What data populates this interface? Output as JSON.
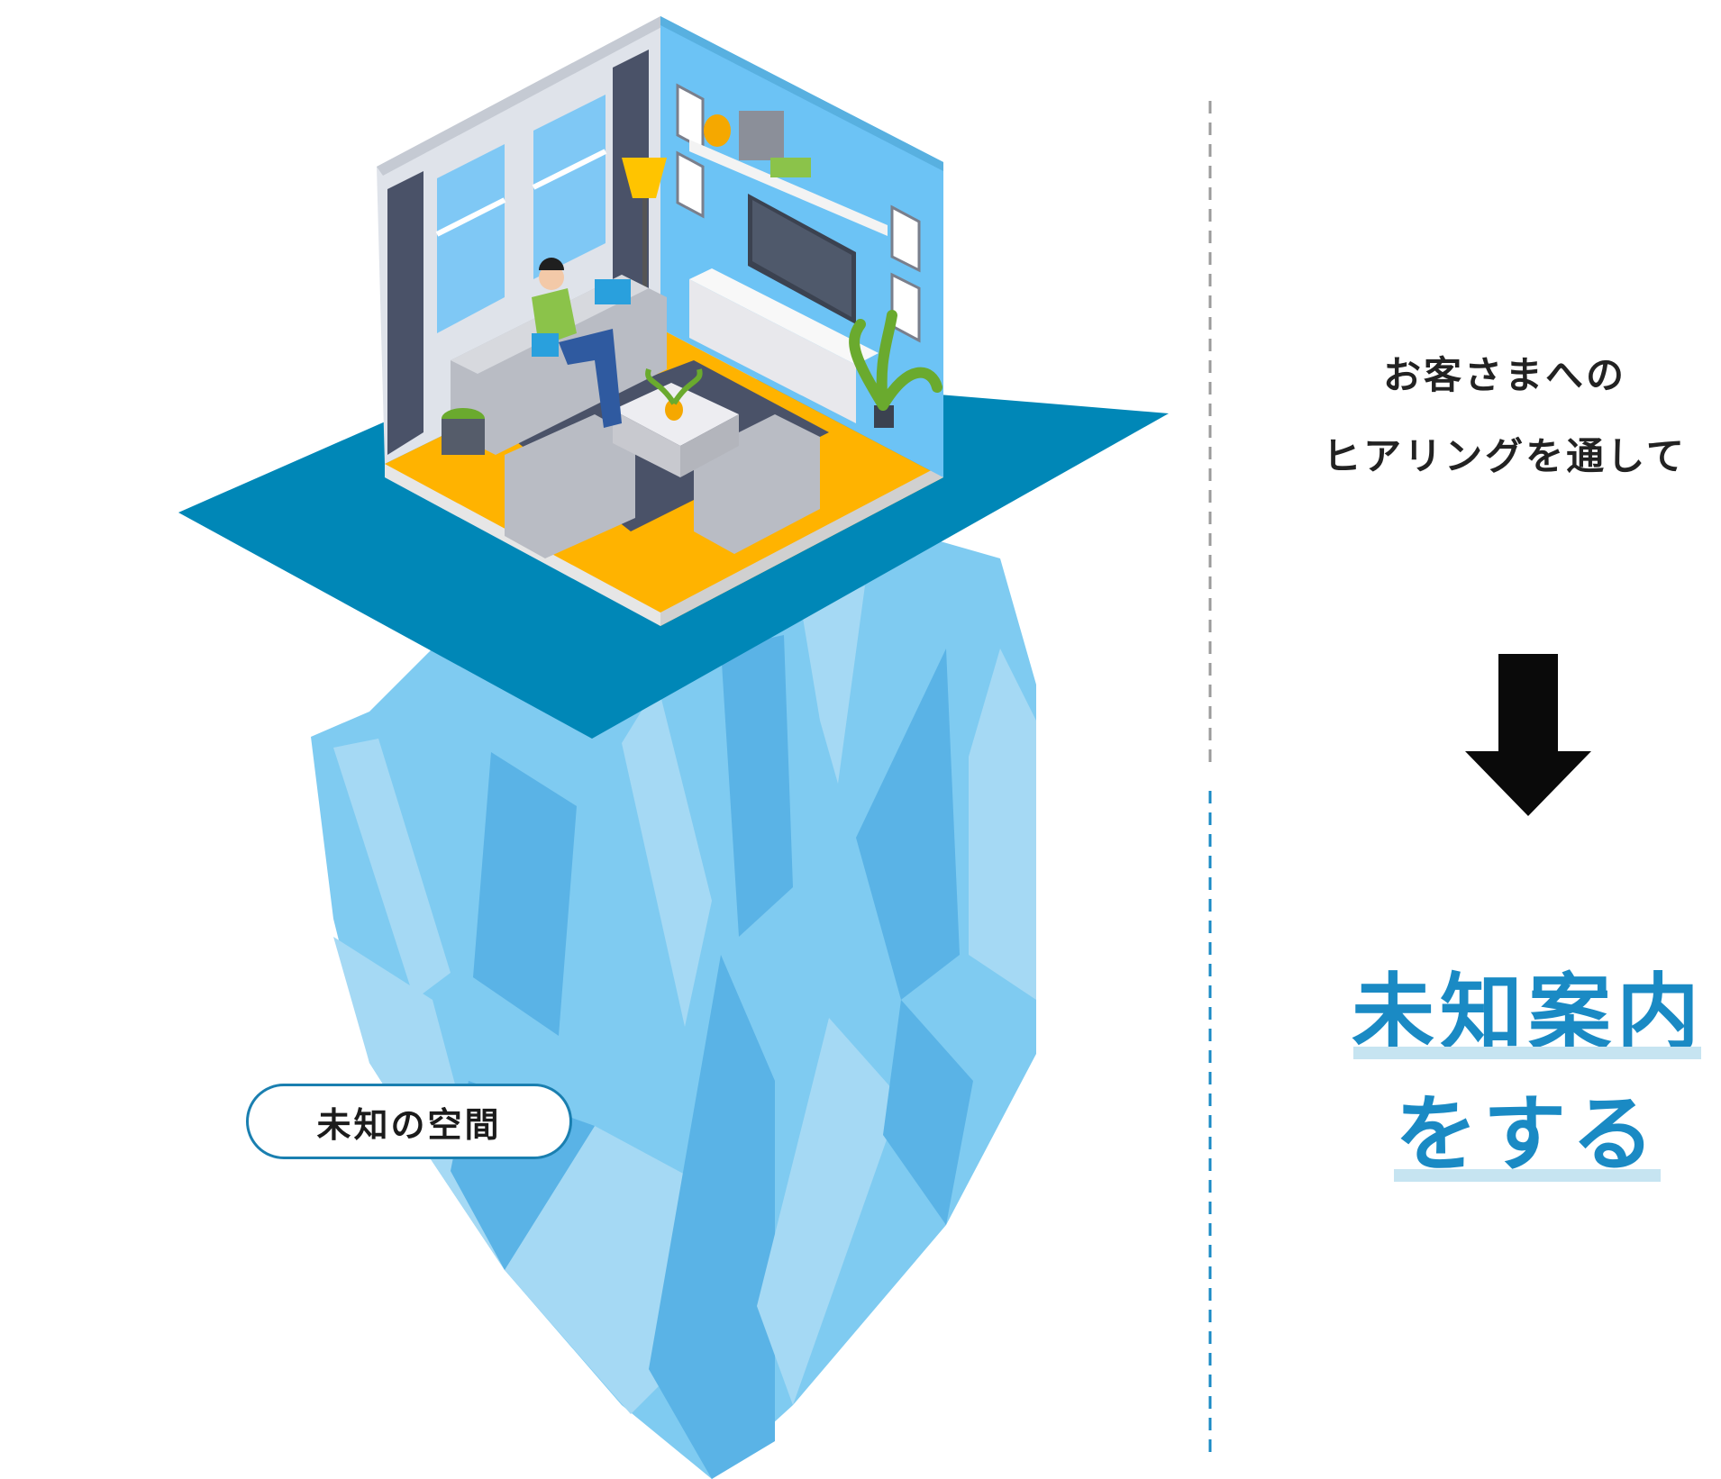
{
  "diagram": {
    "pill_label": "未知の空間",
    "hearing_line1": "お客さまへの",
    "hearing_line2": "ヒアリングを通して",
    "result_line1": "未知案内",
    "result_line2": "をする",
    "icons": {
      "room": "isometric-living-room-illustration",
      "iceberg": "iceberg-illustration",
      "arrow": "arrow-down-icon"
    },
    "colors": {
      "base_plate": "#0087b7",
      "iceberg_light": "#a5d9f4",
      "iceberg_mid": "#7fcbf1",
      "iceberg_dark": "#5ab3e6",
      "floor": "#ffb300",
      "wall": "#6cc3f5",
      "dash_upper": "#9b9b9b",
      "dash_lower": "#1a8ac4",
      "accent_text": "#1a8ac4",
      "underline": "#c6e4f1",
      "arrow": "#0a0a0a"
    }
  }
}
